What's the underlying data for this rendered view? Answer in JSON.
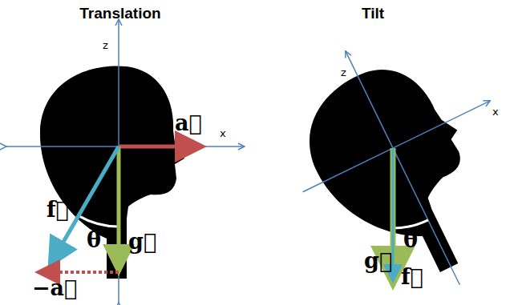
{
  "diagram": {
    "labels": [
      "Translation",
      "Tilt",
      "z",
      "x",
      "a⃗",
      "f⃗",
      "θ",
      "g⃗",
      "−a⃗",
      "z",
      "x",
      "g⃗",
      "f⃗",
      "θ"
    ]
  }
}
